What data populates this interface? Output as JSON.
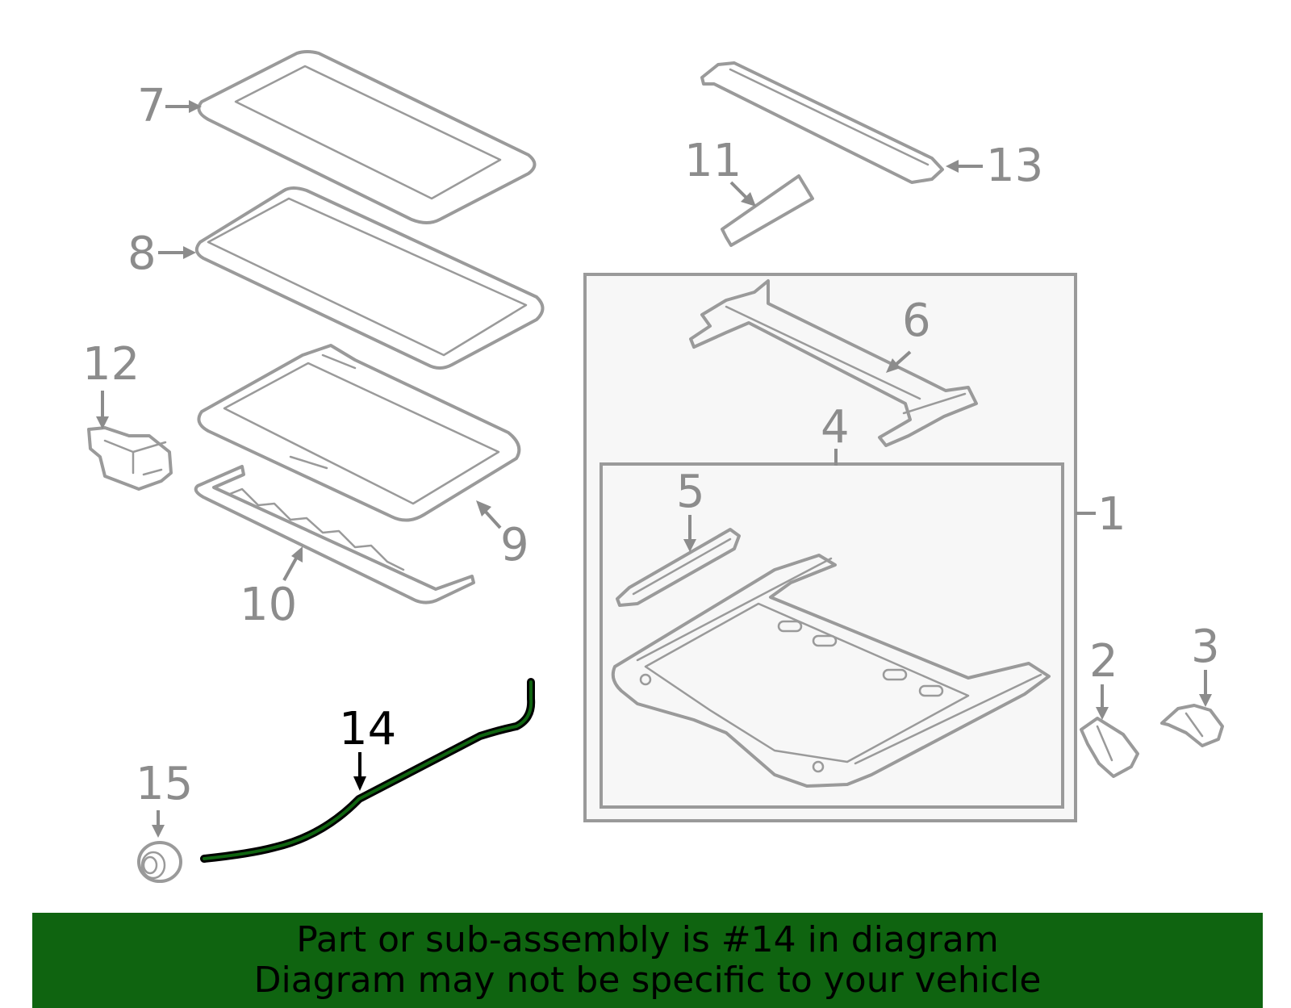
{
  "diagram": {
    "callouts": {
      "c1": "1",
      "c2": "2",
      "c3": "3",
      "c4": "4",
      "c5": "5",
      "c6": "6",
      "c7": "7",
      "c8": "8",
      "c9": "9",
      "c10": "10",
      "c11": "11",
      "c12": "12",
      "c13": "13",
      "c14": "14",
      "c15": "15"
    },
    "highlighted_part": "14",
    "colors": {
      "outline": "#9a9a9a",
      "highlight": "#0f6410",
      "box_fill": "#f7f7f7",
      "banner": "#0f6410"
    }
  },
  "banner": {
    "line1": "Part or sub-assembly is #14 in diagram",
    "line2": "Diagram may not be specific to your vehicle"
  }
}
